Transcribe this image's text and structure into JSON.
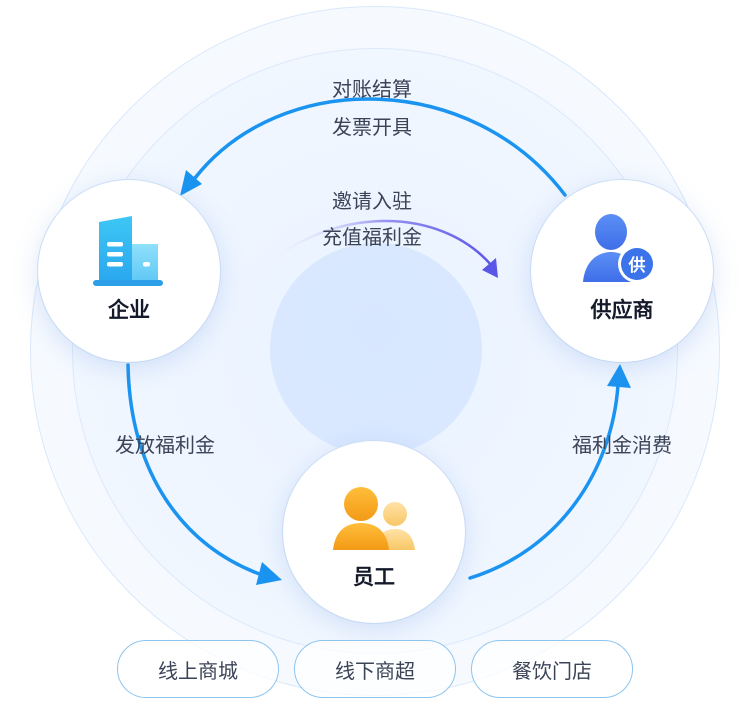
{
  "nodes": {
    "enterprise": {
      "label": "企业",
      "icon": "building-icon"
    },
    "supplier": {
      "label": "供应商",
      "icon": "supplier-person-icon",
      "badge": "供"
    },
    "employee": {
      "label": "员工",
      "icon": "employees-icon"
    }
  },
  "flows": {
    "top_line1": "对账结算",
    "top_line2": "发票开具",
    "inner_line1": "邀请入驻",
    "inner_line2": "充值福利金",
    "left": "发放福利金",
    "right": "福利金消费"
  },
  "scenes": [
    "线上商城",
    "线下商超",
    "餐饮门店"
  ],
  "colors": {
    "arrow": "#1a94f0",
    "inner_arrow": "#6a63e8",
    "pill_border": "#8ec5ee",
    "employee_icon": "#f5a21e"
  }
}
